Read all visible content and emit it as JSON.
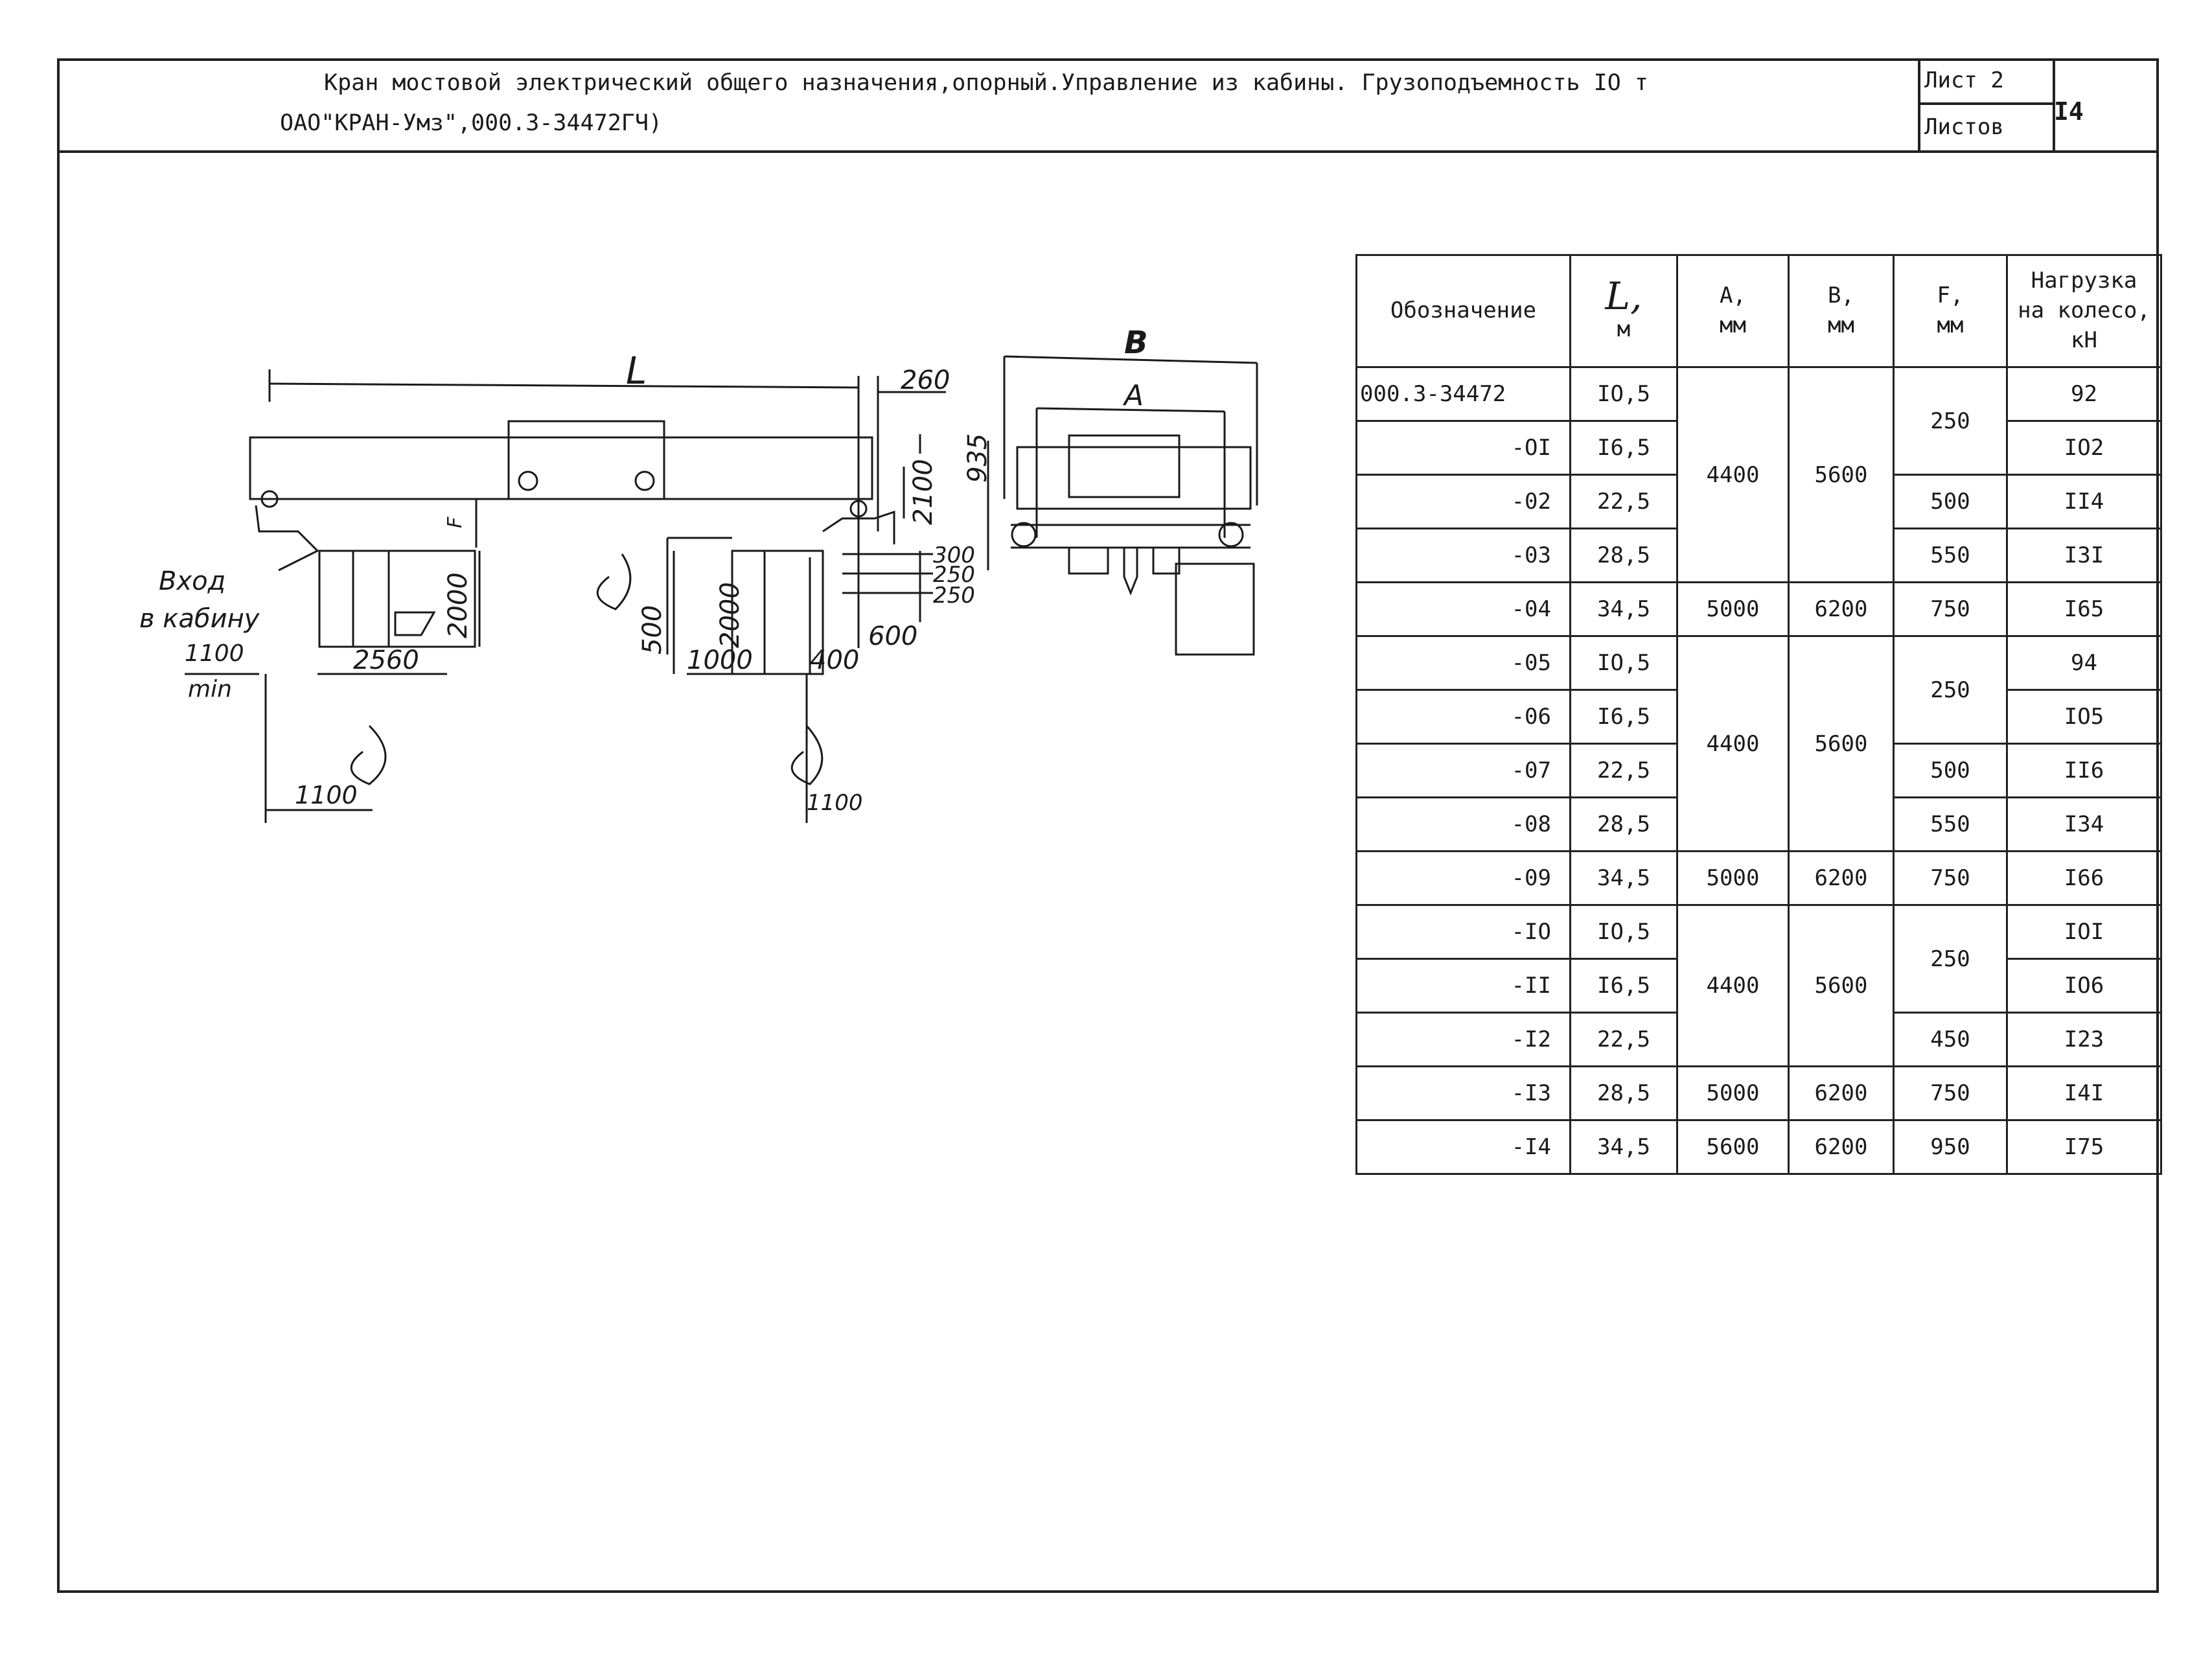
{
  "header": {
    "title_line1": "Кран мостовой электрический общего назначения,опорный.Управление из кабины. Грузоподъемность IO т",
    "title_line2": "ОАО\"КРАН-Умз\",000.3-34472ГЧ)",
    "sheet_label": "Лист 2",
    "sheets_label": "Листов",
    "page_number": "I4"
  },
  "drawing": {
    "dim_L": "L",
    "dim_260": "260",
    "dim_F": "F",
    "dim_2100": "2100",
    "dim_300": "300",
    "dim_250a": "250",
    "dim_250b": "250",
    "dim_600": "600",
    "dim_2000a": "2000",
    "dim_2000b": "2000",
    "dim_500": "500",
    "dim_1000": "1000",
    "dim_400": "400",
    "dim_2560": "2560",
    "dim_1100_min": "1100",
    "min_label": "min",
    "dim_1100_left": "1100",
    "dim_1100_right": "1100",
    "entry_label_1": "Вход",
    "entry_label_2": "в кабину",
    "dim_B": "B",
    "dim_A": "A",
    "dim_935": "935"
  },
  "table": {
    "headers": {
      "designation": "Обозначение",
      "L": "L,",
      "L_unit": "м",
      "A": "A,",
      "A_unit": "мм",
      "B": "B,",
      "B_unit": "мм",
      "F": "F,",
      "F_unit": "мм",
      "load_1": "Нагрузка",
      "load_2": "на колесо,",
      "load_3": "кН"
    },
    "rows": [
      {
        "des": "000.3-34472",
        "L": "IO,5",
        "load": "92"
      },
      {
        "des": "-OI",
        "L": "I6,5",
        "load": "IO2"
      },
      {
        "des": "-02",
        "L": "22,5",
        "load": "II4"
      },
      {
        "des": "-03",
        "L": "28,5",
        "load": "I3I"
      },
      {
        "des": "-04",
        "L": "34,5",
        "load": "I65"
      },
      {
        "des": "-05",
        "L": "IO,5",
        "load": "94"
      },
      {
        "des": "-06",
        "L": "I6,5",
        "load": "IO5"
      },
      {
        "des": "-07",
        "L": "22,5",
        "load": "II6"
      },
      {
        "des": "-08",
        "L": "28,5",
        "load": "I34"
      },
      {
        "des": "-09",
        "L": "34,5",
        "load": "I66"
      },
      {
        "des": "-IO",
        "L": "IO,5",
        "load": "IOI"
      },
      {
        "des": "-II",
        "L": "I6,5",
        "load": "IO6"
      },
      {
        "des": "-I2",
        "L": "22,5",
        "load": "I23"
      },
      {
        "des": "-I3",
        "L": "28,5",
        "load": "I4I"
      },
      {
        "des": "-I4",
        "L": "34,5",
        "load": "I75"
      }
    ],
    "groups": {
      "g1": {
        "A": "4400",
        "B": "5600",
        "F1": "250",
        "F2": "500",
        "F3": "550"
      },
      "g2": {
        "A": "5000",
        "B": "6200",
        "F": "750"
      },
      "g3": {
        "A": "4400",
        "B": "5600",
        "F1": "250",
        "F2": "500",
        "F3": "550"
      },
      "g4": {
        "A": "5000",
        "B": "6200",
        "F": "750"
      },
      "g5": {
        "A": "4400",
        "B": "5600",
        "F1": "250",
        "F2": "450"
      },
      "g6": {
        "A": "5000",
        "B": "6200",
        "F": "750"
      },
      "g7": {
        "A": "5600",
        "B": "6200",
        "F": "950"
      }
    }
  }
}
